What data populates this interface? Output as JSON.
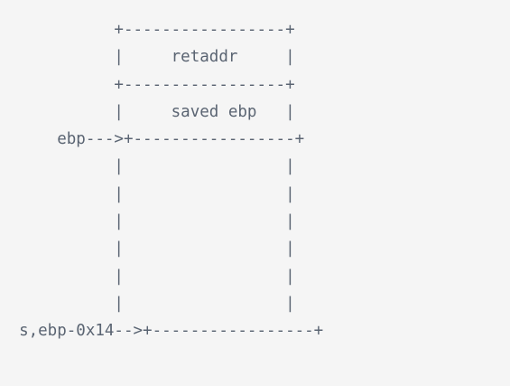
{
  "diagram": {
    "lines": [
      "            +-----------------+",
      "            |     retaddr     |",
      "            +-----------------+",
      "            |     saved ebp   |",
      "      ebp--->+-----------------+",
      "            |                 |",
      "            |                 |",
      "            |                 |",
      "            |                 |",
      "            |                 |",
      "            |                 |",
      "  s,ebp-0x14-->+-----------------+"
    ]
  }
}
